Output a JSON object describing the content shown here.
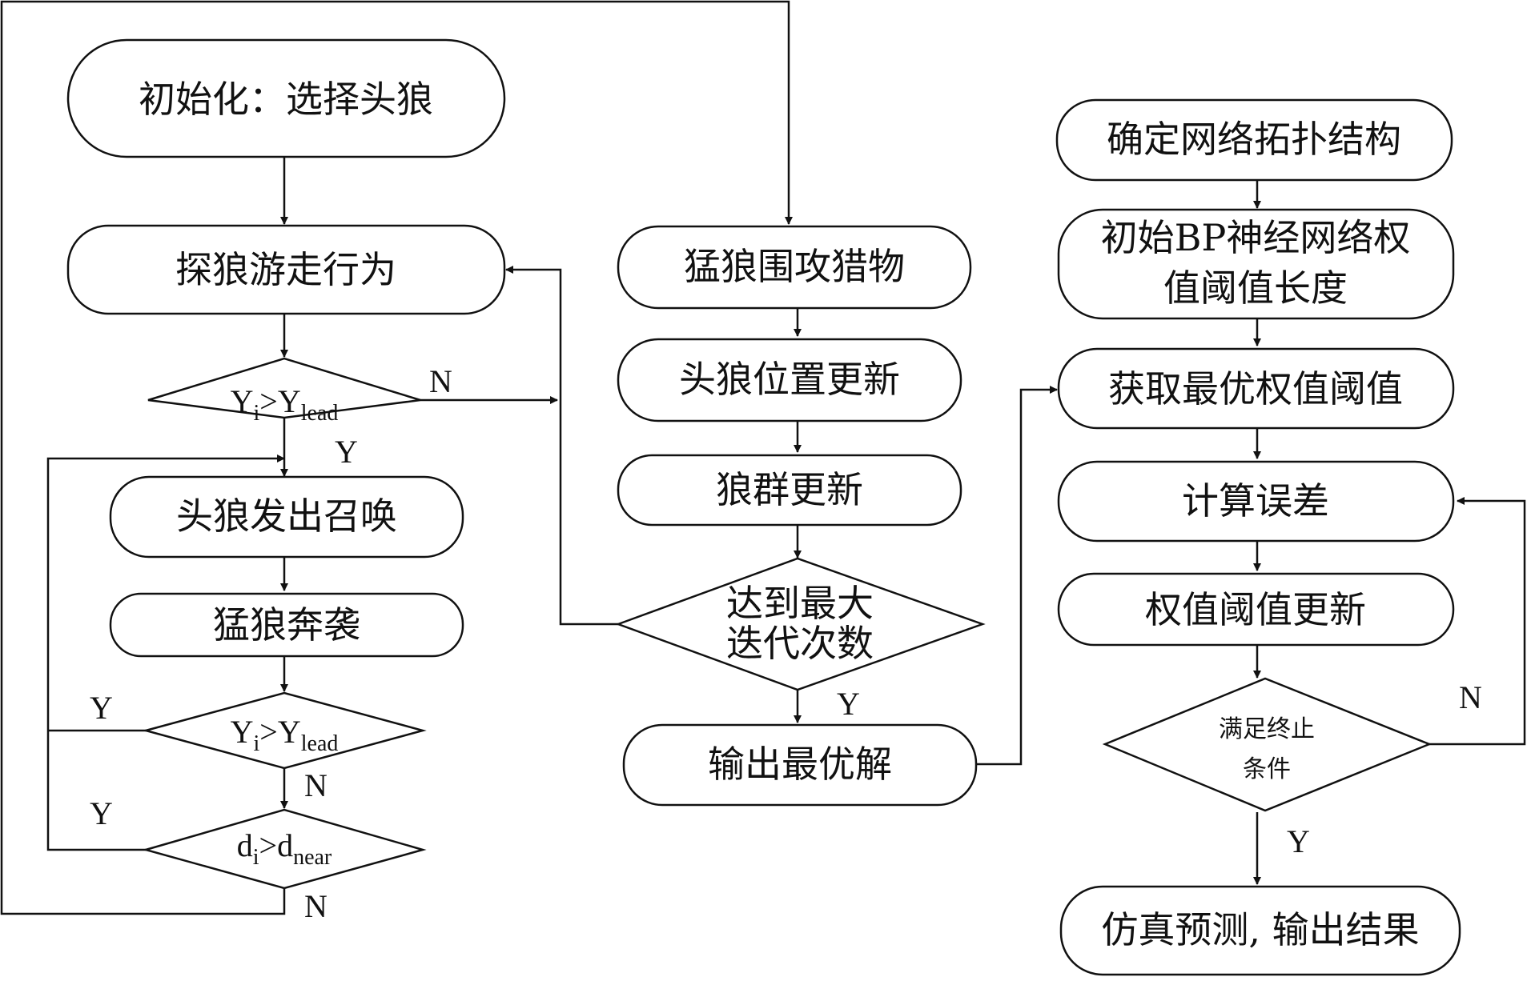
{
  "nodes": {
    "init": "初始化：选择头狼",
    "scout_walk": "探狼游走行为",
    "cond1": {
      "var": "Y",
      "var_sub": "i",
      "op": ">",
      "rhs": "Y",
      "rhs_sub": "lead"
    },
    "lead_call": "头狼发出召唤",
    "rush": "猛狼奔袭",
    "cond2": {
      "var": "Y",
      "var_sub": "i",
      "op": ">",
      "rhs": "Y",
      "rhs_sub": "lead"
    },
    "cond3": {
      "var": "d",
      "var_sub": "i",
      "op": ">",
      "rhs": "d",
      "rhs_sub": "near"
    },
    "siege": "猛狼围攻猎物",
    "lead_update": "头狼位置更新",
    "pack_update": "狼群更新",
    "max_iter_line1": "达到最大",
    "max_iter_line2": "迭代次数",
    "output_best": "输出最优解",
    "topology": "确定网络拓扑结构",
    "init_bp_line1": "初始BP神经网络权",
    "init_bp_line2": "值阈值长度",
    "get_best": "获取最优权值阈值",
    "calc_error": "计算误差",
    "weight_update": "权值阈值更新",
    "stop_line1": "满足终止",
    "stop_line2": "条件",
    "simulate": "仿真预测, 输出结果"
  },
  "edge_labels": {
    "cond1_no": "N",
    "cond1_yes": "Y",
    "cond2_yes": "Y",
    "cond2_no": "N",
    "cond3_yes": "Y",
    "cond3_no": "N",
    "max_iter_yes": "Y",
    "stop_no": "N",
    "stop_yes": "Y"
  }
}
